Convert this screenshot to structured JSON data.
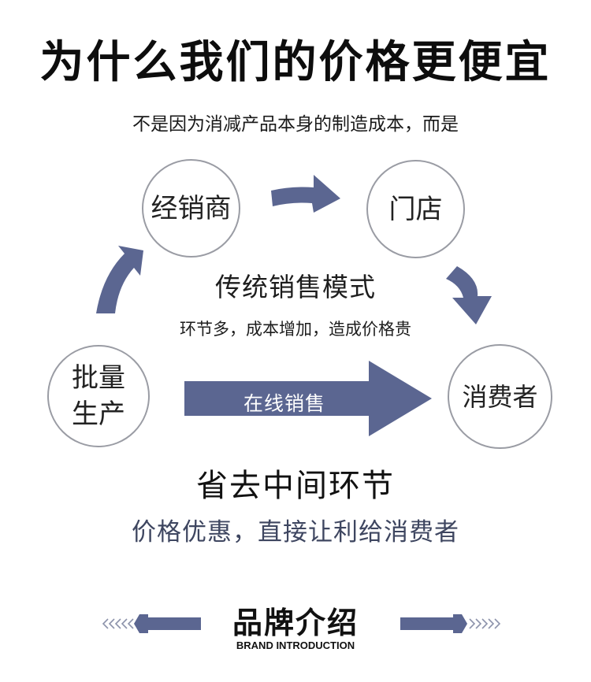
{
  "title": "为什么我们的价格更便宜",
  "subtitle": "不是因为消减产品本身的制造成本，而是",
  "nodes": {
    "distributor": "经销商",
    "store": "门店",
    "mass_production": "批量生产",
    "consumer": "消费者"
  },
  "traditional": {
    "label": "传统销售模式",
    "note": "环节多，成本增加，造成价格贵"
  },
  "online": {
    "label": "在线销售"
  },
  "save_label": "省去中间环节",
  "benefit": "价格优惠，直接让利给消费者",
  "brand": {
    "title": "品牌介绍",
    "subtitle": "BRAND INTRODUCTION"
  },
  "colors": {
    "arrow": "#5b6691",
    "circle_border": "#9a9ca4",
    "benefit_text": "#3e4660"
  }
}
